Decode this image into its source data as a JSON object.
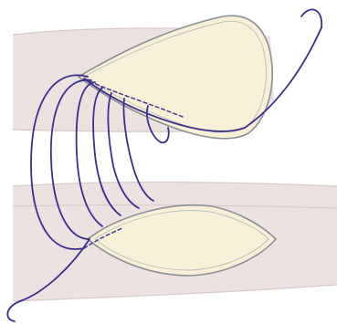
{
  "illustration": {
    "colors": {
      "background": "#ffffff",
      "vessel_fill": "#ece2e2",
      "vessel_edge": "#d9c9c9",
      "cut_face_fill": "#f8f0d6",
      "cut_rim": "#8a8f95",
      "suture": "#3a2e8c"
    },
    "parts": [
      "upper-vessel-segment",
      "upper-cut-face",
      "lower-vessel-segment",
      "lower-cut-face",
      "suture-loops"
    ]
  }
}
